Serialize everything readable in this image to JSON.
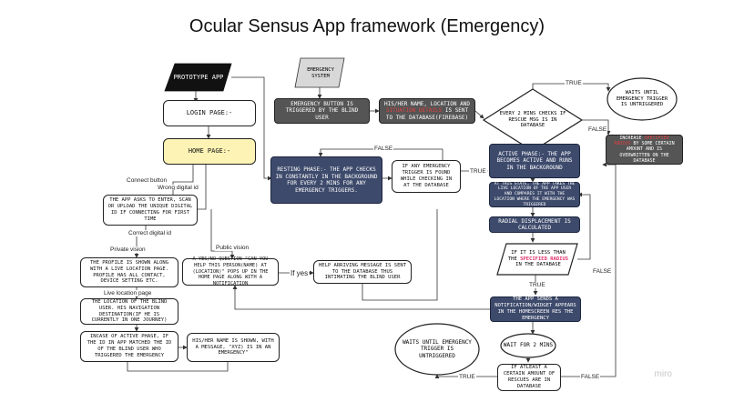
{
  "title": "Ocular Sensus App framework (Emergency)",
  "nodes": {
    "prototype_app": "PROTOTYPE APP",
    "emergency_system": "EMERGENCY SYSTEM",
    "login_page": "LOGIN PAGE:-",
    "home_page": "HOME PAGE:-",
    "emergency_button": "EMERGENCY BUTTON IS TRIGGERED BY THE BLIND USER",
    "info_sent_pre": "HIS/HER NAME, LOCATION AND ",
    "info_sent_red": "SITUATION DETAILS",
    "info_sent_post": " IS SENT TO THE DATABASE(FIREBASE)",
    "every_2_mins": "EVERY 2 MINS CHECKS IF RESCUE MSG IS IN DATABASE",
    "waits_untriggered_top": "WAITS UNTIL EMERGENCY TRIGGER IS UNTRIGGERED",
    "increase_pre": "INCREASE ",
    "increase_red": "SPECIFIED RADIUS",
    "increase_post": " BY SOME CERTAIN AMOUNT AND IS OVERWRITTEN ON THE DATABASE",
    "resting_phase": "RESTING PHASE:- THE APP CHECKS IN CONSTANTLY IN THE BACKGROUND FOR EVERY 2 MINS FOR ANY EMERGENCY TRIGGERS.",
    "if_emergency_found": "IF ANY EMERGENCY TRIGGER IS FOUND WHILE CHECKING IN AT THE DATABASE",
    "active_phase": "ACTIVE PHASE:- THE APP BECOMES ACTIVE AND RUNS IN THE BACKGROUND",
    "takes_live_location": "AT THIS STATE, THE APP TAKES THE LIVE LOCATION OF THE APP USER AND COMPARES IT WITH THE LOCATION WHERE THE EMERGENCY WAS TRIGGERED",
    "radial_displacement": "RADIAL DISPLACEMENT IS CALCULATED",
    "if_less_pre": "IF IT IS LESS THAN THE ",
    "if_less_pink": "SPECIFIED RADIUS",
    "if_less_post": " IN THE DATABASE",
    "sends_notification": "THE APP SENDS A NOTIFICATION/WIDGET APPEARS IN THE HOMESCREEN RES THE EMERGENCY",
    "wait_2_mins": "WAIT FOR 2 MINS",
    "if_atleast": "IF ATLEAST A CERTAIN AMOUNT OF RESCUES ARE IN DATABASE",
    "waits_untriggered_bottom": "WAITS UNTIL EMERGENCY TRIGGER IS UNTRIGGERED",
    "app_asks": "THE APP ASKS TO ENTER, SCAN OR UPLOAD THE UNIQUE DIGITAL ID IF CONNECTING FOR FIRST TIME",
    "profile_shown": "THE PROFILE IS SHOWN ALONG WITH A LIVE LOCATION PAGE. PROFILE HAS ALL CONTACT, DEVICE SETTING ETC.",
    "location_blind": "THE LOCATION OF THE BLIND USER. HIS NAVIGATION DESTINATION(IF HE IS CURRENTLY IN ONE JOURNEY)",
    "incase_active": "INCASE OF ACTIVE PHASE, IF THE ID IN APP MATCHED THE ID OF THE BLIND USER WHO TRIGGERED THE EMERGENCY",
    "yes_no_question": "A YES/NO QUESTION \"CAN YOU HELP THIS PERSON(NAME) AT (LOCATION)\" POPS UP IN THE HOME PAGE ALONG WITH A NOTIFICATION",
    "help_arriving": "HELP ARRIVING MESSAGE IS SENT TO THE DATABASE THUS INTIMATING THE BLIND USER",
    "his_name_shown": "HIS/HER NAME IS SHOWN, WITH A MESSAGE, \"XYZ) IS IN AN EMERGENCY\""
  },
  "labels": {
    "connect_button": "Connect button",
    "wrong_digital_id": "Wrong digital id",
    "correct_digital_id": "Correct digital id",
    "private_vision": "Private vision",
    "public_vision": "Public vision",
    "live_location_page": "Live location page",
    "if_yes": "If yes",
    "true_top": "TRUE",
    "false_right": "FALSE",
    "false_resting": "FALSE",
    "true_active": "TRUE",
    "true_notify": "TRUE",
    "false_radius": "FALSE",
    "true_bottom": "TRUE",
    "false_bottom": "FALSE"
  },
  "watermark": "miro",
  "colors": {
    "dark": "#555555",
    "navy": "#3d4a6b",
    "yellow": "#fdf3b5",
    "red": "#e04040",
    "pink": "#e0306a"
  }
}
